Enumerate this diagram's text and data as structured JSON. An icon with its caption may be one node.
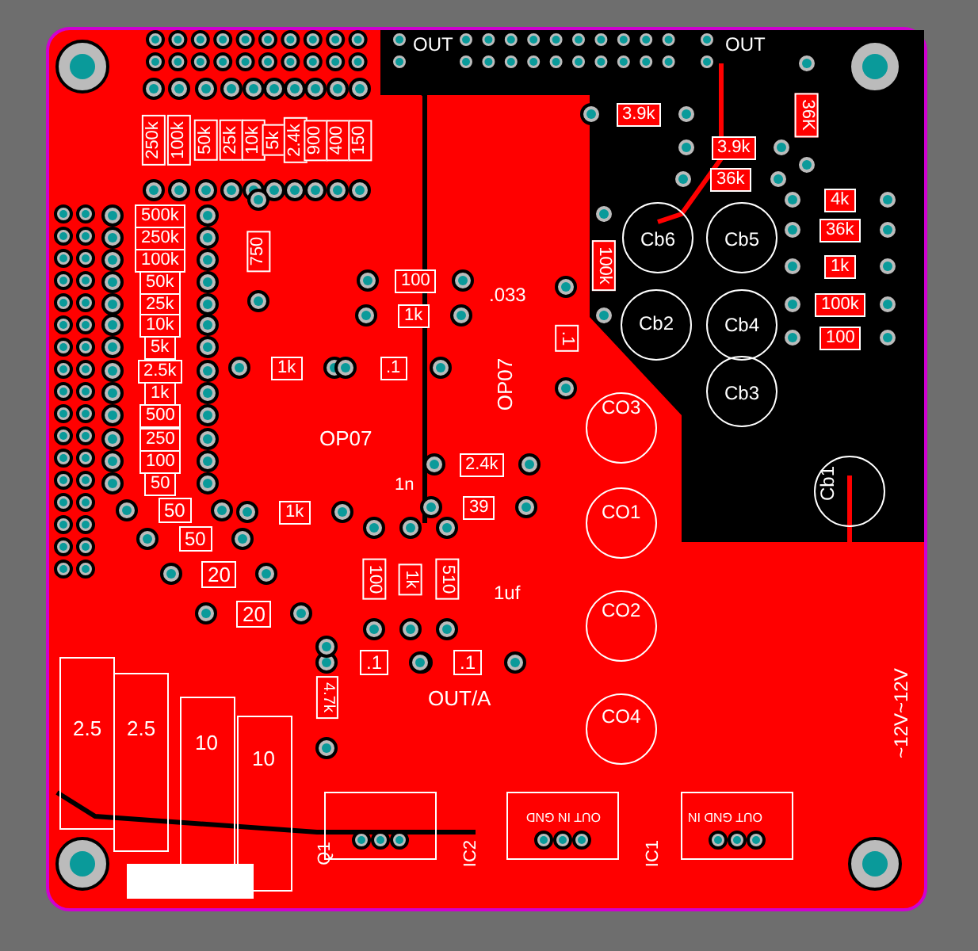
{
  "diagram": {
    "labels": [
      "250k",
      "100k",
      "50k",
      "25k",
      "10k",
      "5k",
      "2.4k",
      "900",
      "400",
      "150",
      "OUT",
      "OUT",
      "500k",
      "250k",
      "100k",
      "50k",
      "25k",
      "10k",
      "5k",
      "2.5k",
      "1k",
      "500",
      "250",
      "100",
      "50",
      "750",
      "3.9k",
      "3.9k",
      "36k",
      "36K",
      "4k",
      "36k",
      "1k",
      "100k",
      "100",
      "Cb6",
      "Cb5",
      "100k",
      "Cb2",
      "Cb4",
      "Cb3",
      "Cb1",
      "100",
      ".033",
      "1k",
      ".1",
      "1k",
      ".1",
      "OP07",
      "OP07",
      "2.4k",
      "1n",
      "50",
      "1k",
      "39",
      "50",
      "20",
      "20",
      "100",
      "1k",
      "510",
      "1uf",
      "CO3",
      "CO1",
      "CO2",
      "CO4",
      ".1",
      ".1",
      "4.7k",
      "OUT/A",
      "2.5",
      "2.5",
      "10",
      "10",
      "Q1",
      "IC2",
      "IC1",
      "OUT IN GND",
      "OUT GND IN",
      "~12V~12V"
    ]
  }
}
